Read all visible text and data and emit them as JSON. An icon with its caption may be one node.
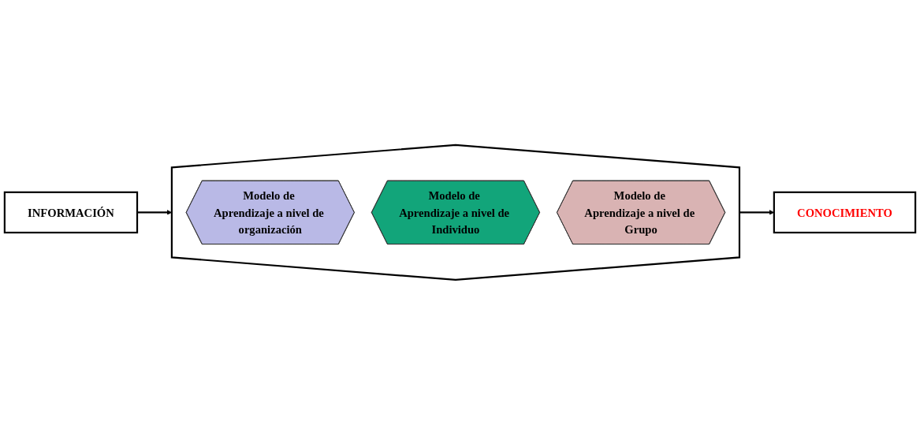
{
  "diagram": {
    "nodes": [
      {
        "text": [
          "INFORMACIÓN"
        ]
      },
      {
        "text": [],
        "shape": "hexagon"
      },
      {
        "text": [
          "Modelo de Aprendizaje a nivel de organización"
        ],
        "in": 1
      },
      {
        "text": [
          "Modelo de Aprendizaje a nivel de Individuo"
        ],
        "in": 1
      },
      {
        "text": [
          "Modelo de Aprendizaje a nivel de Grupo"
        ],
        "in": 1
      },
      {
        "text": [
          "CONOCIMIENTO"
        ]
      }
    ],
    "edges": [
      {
        "from": 0,
        "to": 1,
        "arrow": "to"
      },
      {
        "from": 1,
        "to": 5,
        "arrow": "to"
      }
    ]
  }
}
